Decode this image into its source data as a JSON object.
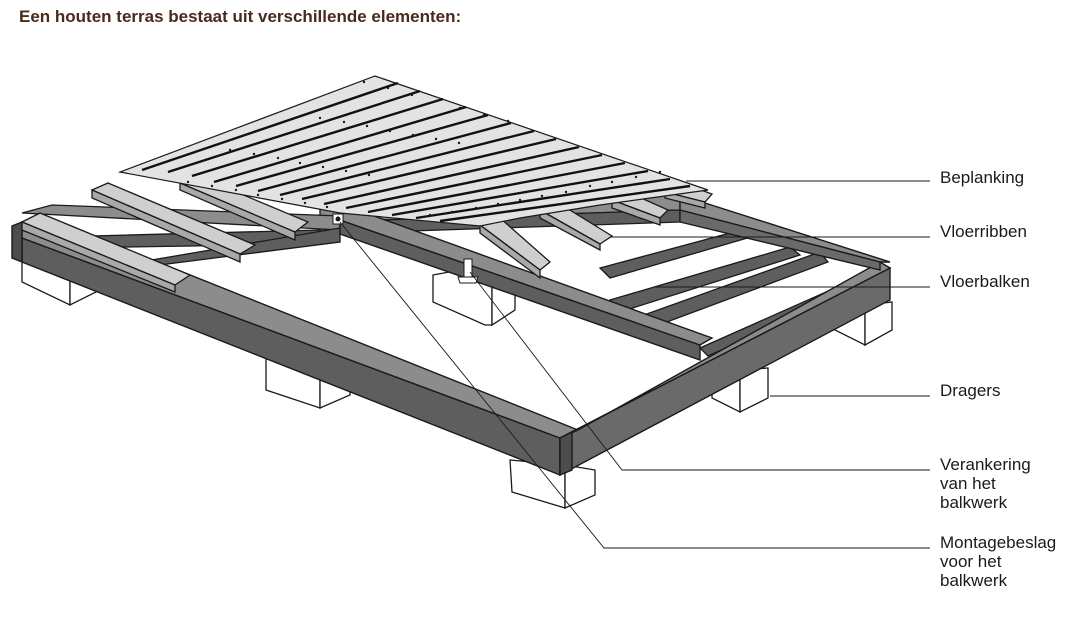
{
  "title": "Een houten terras bestaat uit verschillende elementen:",
  "labels": {
    "beplanking": "Beplanking",
    "vloerribben": "Vloerribben",
    "vloerbalken": "Vloerbalken",
    "dragers": "Dragers",
    "verankering": [
      "Verankering",
      "van het",
      "balkwerk"
    ],
    "montagebeslag": [
      "Montagebeslag",
      "voor het",
      "balkwerk"
    ]
  },
  "colors": {
    "title": "#4a2a1d",
    "beam_front": "#5e5e5e",
    "beam_top": "#8c8c8c",
    "rib_top": "#cfcfcf",
    "rib_side": "#a9a9a9",
    "plank": "#e3e3e3",
    "outline": "#1a1a1a"
  }
}
